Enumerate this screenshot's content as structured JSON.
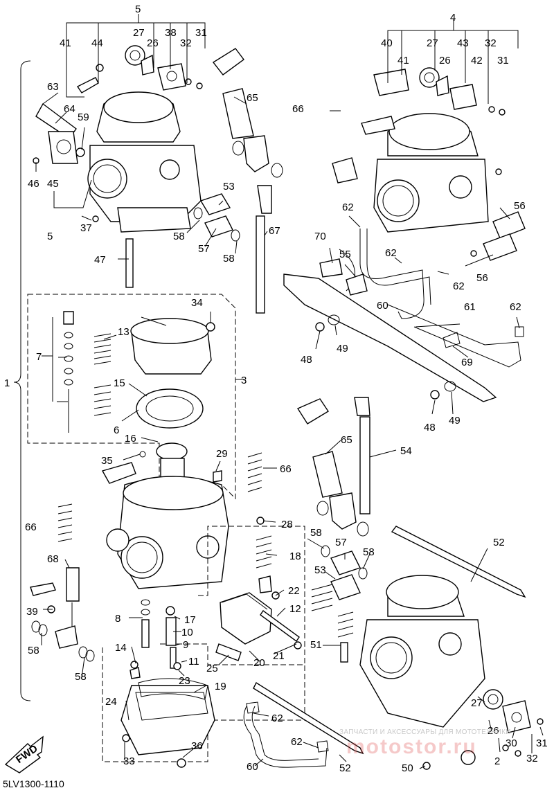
{
  "diagram": {
    "code": "5LV1300-1110",
    "fwd_label": "FWD",
    "watermark_top": "ЗАПЧАСТИ И АКСЕССУАРЫ ДЛЯ МОТОТЕХНИКИ",
    "watermark_logo": "motostor.ru"
  },
  "callouts": [
    {
      "id": "c5a",
      "text": "5"
    },
    {
      "id": "c41a",
      "text": "41"
    },
    {
      "id": "c44",
      "text": "44"
    },
    {
      "id": "c27a",
      "text": "27"
    },
    {
      "id": "c26a",
      "text": "26"
    },
    {
      "id": "c38",
      "text": "38"
    },
    {
      "id": "c32a",
      "text": "32"
    },
    {
      "id": "c31a",
      "text": "31"
    },
    {
      "id": "c63",
      "text": "63"
    },
    {
      "id": "c64",
      "text": "64"
    },
    {
      "id": "c59",
      "text": "59"
    },
    {
      "id": "c46",
      "text": "46"
    },
    {
      "id": "c45",
      "text": "45"
    },
    {
      "id": "c5b",
      "text": "5"
    },
    {
      "id": "c37",
      "text": "37"
    },
    {
      "id": "c65a",
      "text": "65"
    },
    {
      "id": "c53a",
      "text": "53"
    },
    {
      "id": "c58a",
      "text": "58"
    },
    {
      "id": "c57a",
      "text": "57"
    },
    {
      "id": "c58b",
      "text": "58"
    },
    {
      "id": "c67",
      "text": "67"
    },
    {
      "id": "c47",
      "text": "47"
    },
    {
      "id": "c4",
      "text": "4"
    },
    {
      "id": "c40",
      "text": "40"
    },
    {
      "id": "c27b",
      "text": "27"
    },
    {
      "id": "c43",
      "text": "43"
    },
    {
      "id": "c32b",
      "text": "32"
    },
    {
      "id": "c41b",
      "text": "41"
    },
    {
      "id": "c26b",
      "text": "26"
    },
    {
      "id": "c42",
      "text": "42"
    },
    {
      "id": "c31b",
      "text": "31"
    },
    {
      "id": "c66a",
      "text": "66"
    },
    {
      "id": "c62a",
      "text": "62"
    },
    {
      "id": "c56a",
      "text": "56"
    },
    {
      "id": "c70",
      "text": "70"
    },
    {
      "id": "c55",
      "text": "55"
    },
    {
      "id": "c62b",
      "text": "62"
    },
    {
      "id": "c62c",
      "text": "62"
    },
    {
      "id": "c56b",
      "text": "56"
    },
    {
      "id": "c60a",
      "text": "60"
    },
    {
      "id": "c61",
      "text": "61"
    },
    {
      "id": "c62d",
      "text": "62"
    },
    {
      "id": "c48a",
      "text": "48"
    },
    {
      "id": "c49a",
      "text": "49"
    },
    {
      "id": "c69",
      "text": "69"
    },
    {
      "id": "c48b",
      "text": "48"
    },
    {
      "id": "c49b",
      "text": "49"
    },
    {
      "id": "c1",
      "text": "1"
    },
    {
      "id": "c34",
      "text": "34"
    },
    {
      "id": "c13",
      "text": "13"
    },
    {
      "id": "c7",
      "text": "7"
    },
    {
      "id": "c3",
      "text": "3"
    },
    {
      "id": "c15",
      "text": "15"
    },
    {
      "id": "c6",
      "text": "6"
    },
    {
      "id": "c16",
      "text": "16"
    },
    {
      "id": "c35",
      "text": "35"
    },
    {
      "id": "c29",
      "text": "29"
    },
    {
      "id": "c66b",
      "text": "66"
    },
    {
      "id": "c65b",
      "text": "65"
    },
    {
      "id": "c54",
      "text": "54"
    },
    {
      "id": "c66c",
      "text": "66"
    },
    {
      "id": "c28",
      "text": "28"
    },
    {
      "id": "c18",
      "text": "18"
    },
    {
      "id": "c58c",
      "text": "58"
    },
    {
      "id": "c57b",
      "text": "57"
    },
    {
      "id": "c58d",
      "text": "58"
    },
    {
      "id": "c52a",
      "text": "52"
    },
    {
      "id": "c68",
      "text": "68"
    },
    {
      "id": "c53b",
      "text": "53"
    },
    {
      "id": "c22",
      "text": "22"
    },
    {
      "id": "c39",
      "text": "39"
    },
    {
      "id": "c8",
      "text": "8"
    },
    {
      "id": "c17",
      "text": "17"
    },
    {
      "id": "c12",
      "text": "12"
    },
    {
      "id": "c58e",
      "text": "58"
    },
    {
      "id": "c10",
      "text": "10"
    },
    {
      "id": "c9",
      "text": "9"
    },
    {
      "id": "c51",
      "text": "51"
    },
    {
      "id": "c14",
      "text": "14"
    },
    {
      "id": "c11",
      "text": "11"
    },
    {
      "id": "c21",
      "text": "21"
    },
    {
      "id": "c25",
      "text": "25"
    },
    {
      "id": "c20",
      "text": "20"
    },
    {
      "id": "c58f",
      "text": "58"
    },
    {
      "id": "c23",
      "text": "23"
    },
    {
      "id": "c19",
      "text": "19"
    },
    {
      "id": "c24",
      "text": "24"
    },
    {
      "id": "c62e",
      "text": "62"
    },
    {
      "id": "c27c",
      "text": "27"
    },
    {
      "id": "c26c",
      "text": "26"
    },
    {
      "id": "c62f",
      "text": "62"
    },
    {
      "id": "c36",
      "text": "36"
    },
    {
      "id": "c30",
      "text": "30"
    },
    {
      "id": "c31c",
      "text": "31"
    },
    {
      "id": "c33",
      "text": "33"
    },
    {
      "id": "c60b",
      "text": "60"
    },
    {
      "id": "c52b",
      "text": "52"
    },
    {
      "id": "c50",
      "text": "50"
    },
    {
      "id": "c2",
      "text": "2"
    },
    {
      "id": "c32c",
      "text": "32"
    }
  ]
}
